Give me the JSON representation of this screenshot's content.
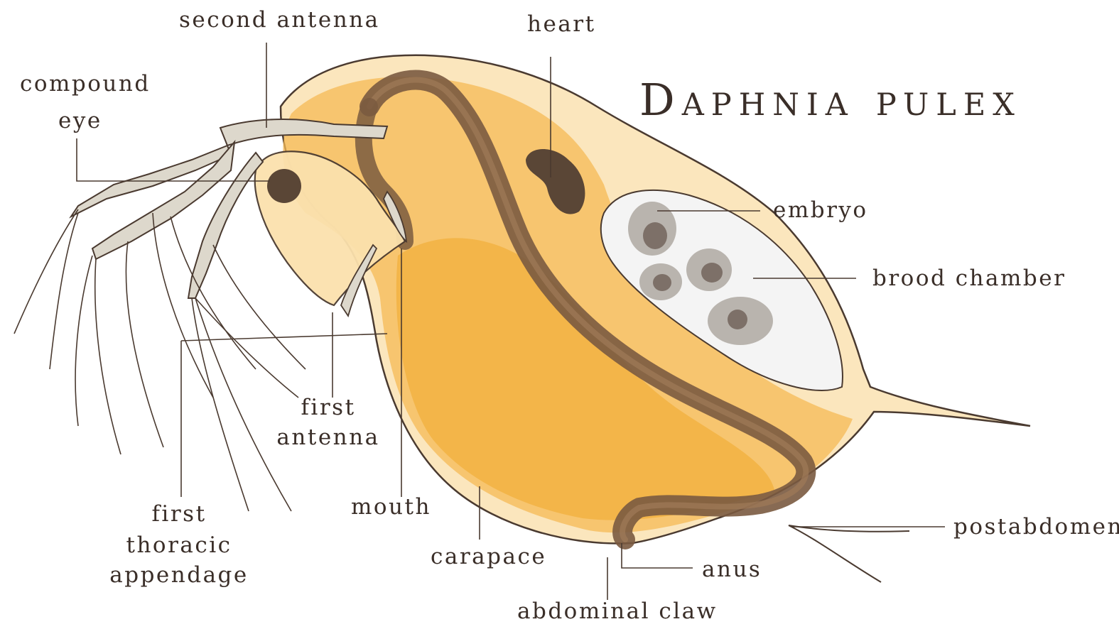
{
  "title": {
    "word1": "Daphnia",
    "word2": "pulex"
  },
  "labels": {
    "second_antenna": "second antenna",
    "heart": "heart",
    "compound_eye_line1": "compound",
    "compound_eye_line2": "eye",
    "embryo": "embryo",
    "brood_chamber": "brood chamber",
    "first_antenna_line1": "first",
    "first_antenna_line2": "antenna",
    "mouth": "mouth",
    "first_thoracic_line1": "first",
    "first_thoracic_line2": "thoracic",
    "first_thoracic_line3": "appendage",
    "carapace": "carapace",
    "anus": "anus",
    "abdominal_claw": "abdominal claw",
    "postabdomen": "postabdomen"
  },
  "colors": {
    "outline": "#4a3a30",
    "body_orange": "#f5b955",
    "body_light": "#fbe1ad",
    "gut": "#7a5a40",
    "heart": "#5a4636",
    "appendage": "#ddd8cc",
    "embryo_outer": "#b9b4ae",
    "embryo_inner": "#7d7068",
    "brood": "#f4f4f4",
    "text": "#3a2e28"
  }
}
